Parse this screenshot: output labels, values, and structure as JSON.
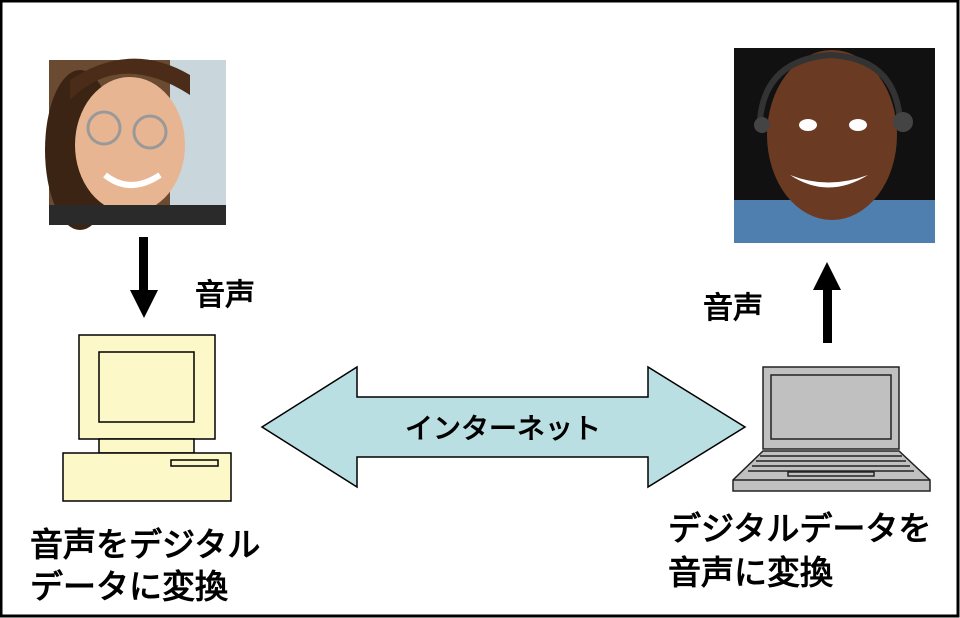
{
  "labels": {
    "voice_left": "音声",
    "voice_right": "音声",
    "internet": "インターネット",
    "left_caption": [
      "音声をデジタル",
      "データに変換"
    ],
    "right_caption": [
      "デジタルデータを",
      "音声に変換"
    ]
  },
  "colors": {
    "arrow_fill": "#b9dfe2",
    "desktop_fill": "#fdf8c8",
    "laptop_fill": "#c0c0c0"
  },
  "icons": [
    "woman-headset-photo",
    "man-headset-photo",
    "desktop-computer-icon",
    "laptop-icon",
    "arrow-down-icon",
    "arrow-up-icon",
    "double-arrow-icon"
  ]
}
